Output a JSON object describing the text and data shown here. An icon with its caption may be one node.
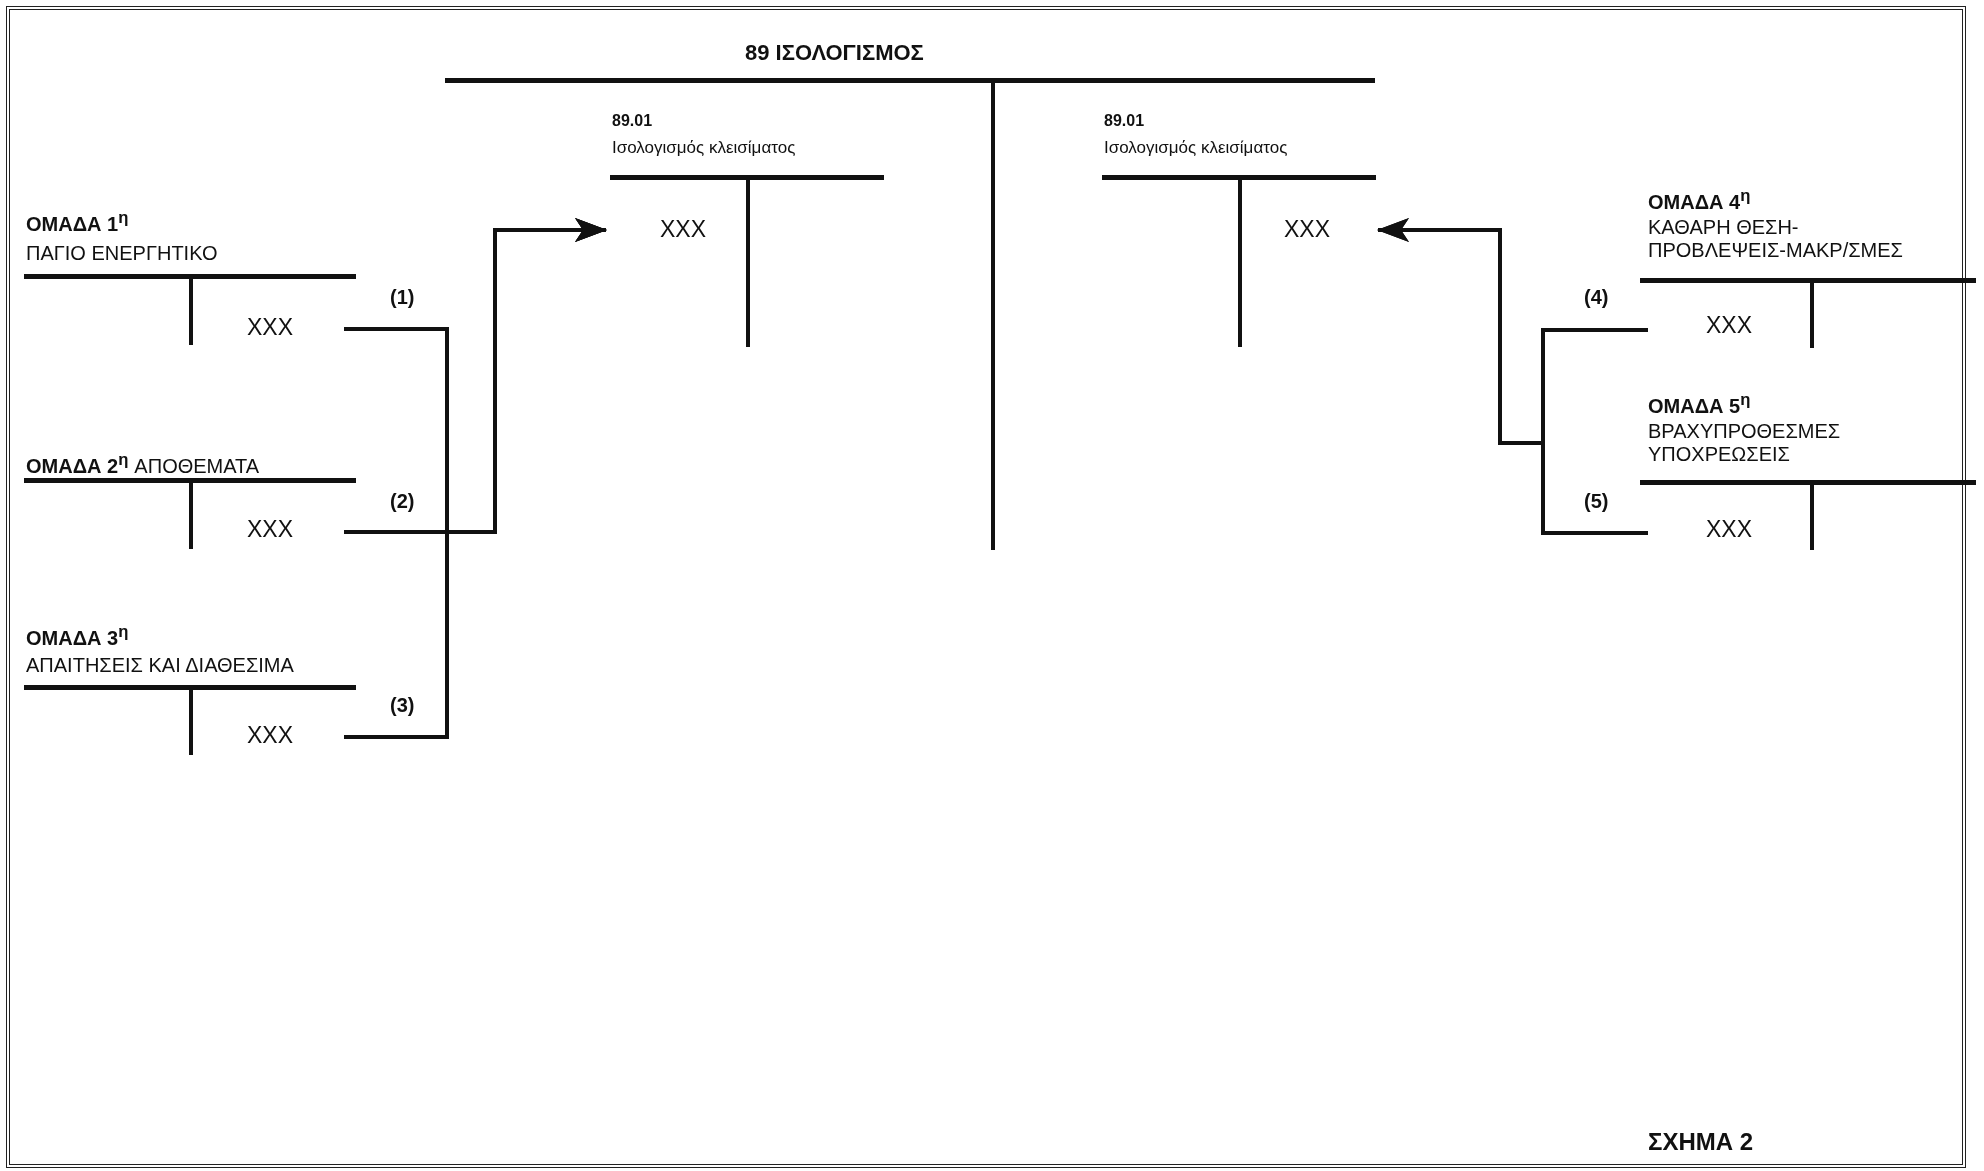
{
  "diagram": {
    "caption": "ΣΧΗΜΑ 2",
    "nodes": [
      {
        "text": [
          "89 ΙΣΟΛΟΓΙΣΜΟΣ"
        ]
      },
      {
        "text": [
          "89.01",
          "Ισολογισμός κλεισίματος",
          "XXX"
        ],
        "in": 0
      },
      {
        "text": [
          "89.01",
          "Ισολογισμός κλεισίματος",
          "XXX"
        ],
        "in": 0
      },
      {
        "text": [
          "ΟΜΑΔΑ 1$^{η}$",
          "ΠΑΓΙΟ ΕΝΕΡΓΗΤΙΚΟ",
          "XXX"
        ]
      },
      {
        "text": [
          "ΟΜΑΔΑ 2$^{η}$",
          "ΑΠΟΘΕΜΑΤΑ",
          "XXX"
        ]
      },
      {
        "text": [
          "ΟΜΑΔΑ 3$^{η}$",
          "ΑΠΑΙΤΗΣΕΙΣ ΚΑΙ ΔΙΑΘΕΣΙΜΑ",
          "XXX"
        ]
      },
      {
        "text": [
          "ΟΜΑΔΑ 4$^{η}$",
          "ΚΑΘΑΡΗ ΘΕΣΗ- ΠΡΟΒΛΕΨΕΙΣ-ΜΑΚΡ/ΣΜΕΣ",
          "XXX"
        ]
      },
      {
        "text": [
          "ΟΜΑΔΑ 5$^{η}$",
          "ΒΡΑΧΥΠΡΟΘΕΣΜΕΣ ΥΠΟΧΡΕΩΣΕΙΣ",
          "XXX"
        ]
      }
    ],
    "edges": [
      {
        "from": 3,
        "to": 1,
        "arrow": "to",
        "label": "(1)"
      },
      {
        "from": 4,
        "to": 1,
        "arrow": "to",
        "label": "(2)"
      },
      {
        "from": 5,
        "to": 1,
        "arrow": "to",
        "label": "(3)"
      },
      {
        "from": 6,
        "to": 2,
        "arrow": "to",
        "label": "(4)"
      },
      {
        "from": 7,
        "to": 2,
        "arrow": "to",
        "label": "(5)"
      }
    ]
  }
}
